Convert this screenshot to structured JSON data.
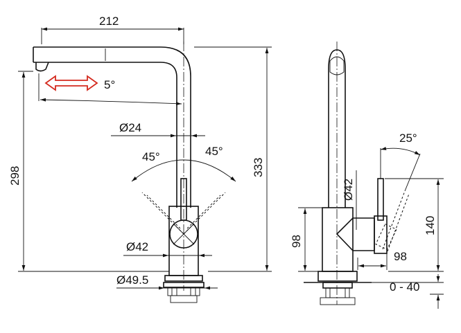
{
  "front_view": {
    "reach": "212",
    "swivel_angle": "5°",
    "pipe_diameter": "Ø24",
    "lever_angle_left": "45°",
    "lever_angle_right": "45°",
    "total_height": "333",
    "spout_height": "298",
    "body_diameter": "Ø42",
    "base_diameter": "Ø49.5"
  },
  "side_view": {
    "lever_angle": "25°",
    "body_diameter": "Ø42",
    "lever_height": "140",
    "body_height": "98",
    "lever_depth": "98",
    "worktop_thickness": "0 - 40"
  },
  "colors": {
    "line": "#111111",
    "swivel_arrow": "#d42a1e"
  }
}
